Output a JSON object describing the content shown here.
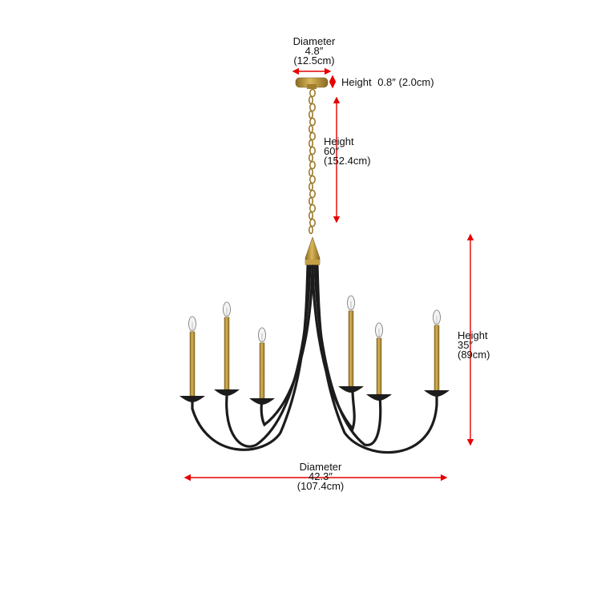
{
  "colors": {
    "background": "#ffffff",
    "dimension_arrow": "#e60000",
    "frame_black": "#1c1c1c",
    "brass": "#b8953a",
    "brass_dark": "#8a6a22",
    "bulb": "#f4f4f4"
  },
  "dimensions": {
    "canopy_diameter": {
      "label": "Diameter",
      "imperial": "4.8″",
      "metric": "(12.5cm)"
    },
    "canopy_height": {
      "label": "Height",
      "value": "0.8″ (2.0cm)"
    },
    "chain_height": {
      "label": "Height",
      "imperial": "60″",
      "metric": "(152.4cm)"
    },
    "fixture_height": {
      "label": "Height",
      "imperial": "35″",
      "metric": "(89cm)"
    },
    "fixture_diameter": {
      "label": "Diameter",
      "imperial": "42.3″",
      "metric": "(107.4cm)"
    }
  },
  "product": {
    "lights": 6,
    "icon": "chandelier-illustration"
  }
}
